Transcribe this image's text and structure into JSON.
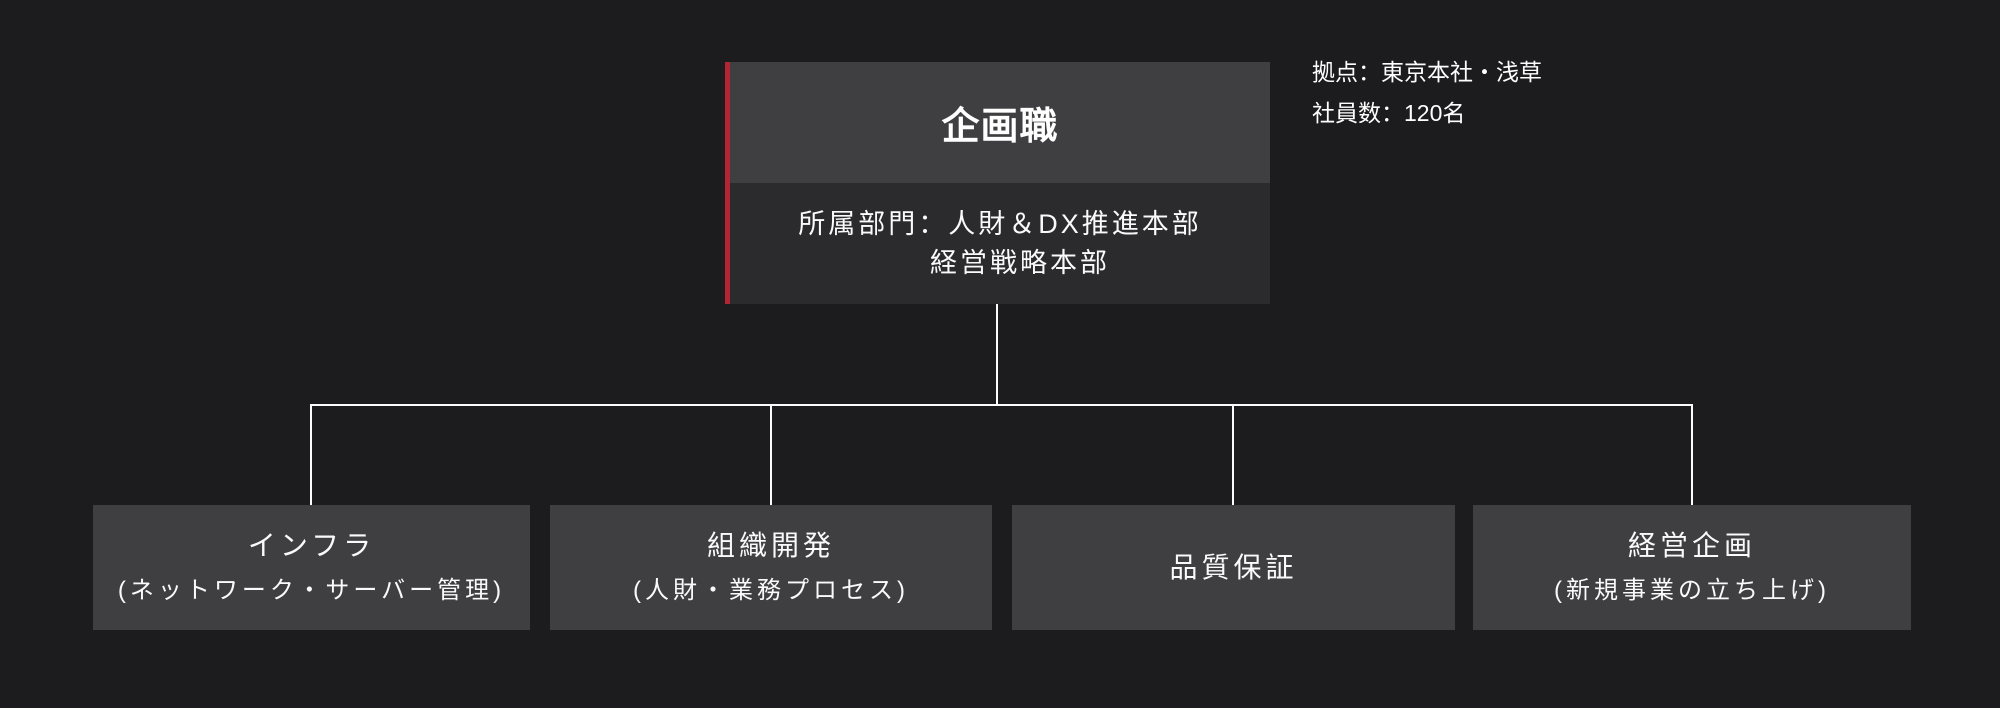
{
  "colors": {
    "background": "#1c1c1e",
    "accent_red": "#b32434",
    "node_header_gray": "#3f3f41",
    "node_body_gray": "#2b2b2d",
    "child_box_gray": "#3f3f41",
    "connector_white": "#fcfcfc",
    "text_white": "#fafafa"
  },
  "root_node": {
    "title": "企画職",
    "department_line1": "所属部門：人財＆DX推進本部",
    "department_line2": "経営戦略本部"
  },
  "side_info": {
    "location": "拠点：東京本社・浅草",
    "employee_count": "社員数：120名"
  },
  "children": [
    {
      "title": "インフラ",
      "subtitle": "(ネットワーク・サーバー管理)"
    },
    {
      "title": "組織開発",
      "subtitle": "(人財・業務プロセス)"
    },
    {
      "title": "品質保証",
      "subtitle": ""
    },
    {
      "title": "経営企画",
      "subtitle": "(新規事業の立ち上げ)"
    }
  ]
}
